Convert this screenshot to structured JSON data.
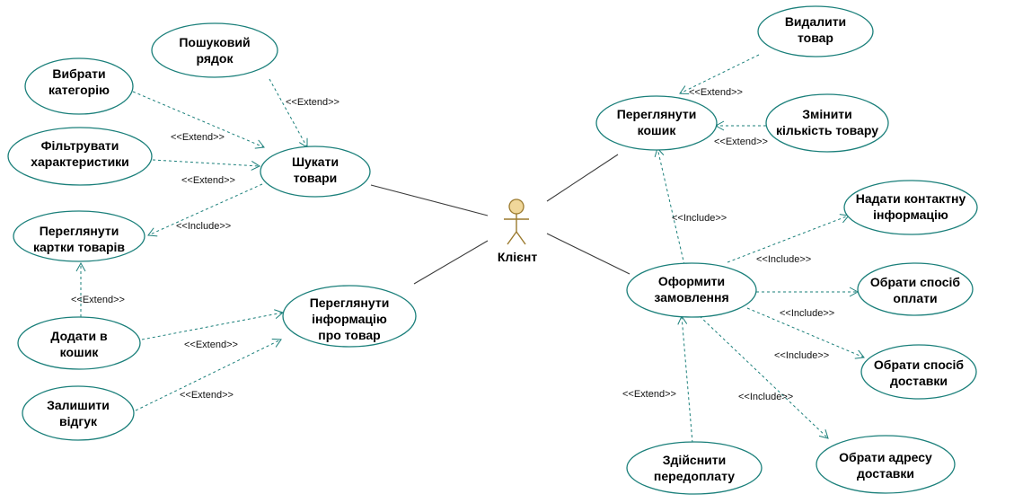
{
  "actor": {
    "label": "Клієнт"
  },
  "use_cases": {
    "search_bar": [
      "Пошуковий",
      "рядок"
    ],
    "choose_category": [
      "Вибрати",
      "категорію"
    ],
    "filter_characteristics": [
      "Фільтрувати",
      "характеристики"
    ],
    "view_cards": [
      "Переглянути",
      "картки товарів"
    ],
    "search_goods": [
      "Шукати",
      "товари"
    ],
    "add_to_cart": [
      "Додати в",
      "кошик"
    ],
    "view_info": [
      "Переглянути",
      "інформацію",
      "про товар"
    ],
    "leave_review": [
      "Залишити",
      "відгук"
    ],
    "delete_item": [
      "Видалити",
      "товар"
    ],
    "view_cart": [
      "Переглянути",
      "кошик"
    ],
    "change_qty": [
      "Змінити",
      "кількість товару"
    ],
    "contact_info": [
      "Надати контактну",
      "інформацію"
    ],
    "place_order": [
      "Оформити",
      "замовлення"
    ],
    "payment_method": [
      "Обрати спосіб",
      "оплати"
    ],
    "delivery_method": [
      "Обрати спосіб",
      "доставки"
    ],
    "delivery_address": [
      "Обрати адресу",
      "доставки"
    ],
    "prepayment": [
      "Здійснити",
      "передоплату"
    ]
  },
  "relations": {
    "search_bar_to_search": "<<Extend>>",
    "category_to_search": "<<Extend>>",
    "filter_to_search": "<<Extend>>",
    "search_to_cards": "<<Include>>",
    "add_to_cards": "<<Extend>>",
    "add_to_info": "<<Extend>>",
    "review_to_info": "<<Extend>>",
    "delete_to_cart": "<<Extend>>",
    "qty_to_cart": "<<Extend>>",
    "order_to_cart": "<<Include>>",
    "order_to_contact": "<<Include>>",
    "order_to_payment": "<<Include>>",
    "order_to_delivery": "<<Include>>",
    "order_to_address": "<<Include>>",
    "prepay_to_order": "<<Extend>>"
  }
}
